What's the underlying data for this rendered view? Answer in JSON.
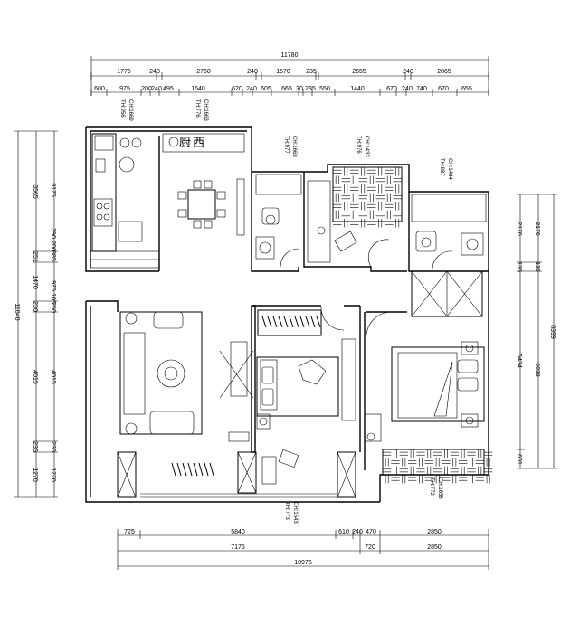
{
  "dimensions": {
    "top_total": "11780",
    "top_row1": [
      "1775",
      "240",
      "2760",
      "240",
      "1570",
      "235",
      "2655",
      "240",
      "2065"
    ],
    "top_row2": [
      "600",
      "975",
      "200",
      "240",
      "495",
      "1640",
      "620",
      "240",
      "605",
      "665",
      "30",
      "235",
      "550",
      "1440",
      "670",
      "240",
      "740",
      "670",
      "655"
    ],
    "bottom_row1": [
      "725",
      "5840",
      "610",
      "240",
      "470",
      "2850"
    ],
    "bottom_row2": [
      "7175",
      "720",
      "2850"
    ],
    "bottom_total": "10975",
    "left_total": "11040",
    "left_outer": [
      "3565",
      "251",
      "1470",
      "230",
      "4015",
      "235",
      "1270"
    ],
    "left_inner": [
      "3175",
      "390",
      "200",
      "385",
      "975",
      "105",
      "250",
      "4015",
      "235",
      "1270"
    ],
    "right_total": "8399",
    "right_outer": [
      "2176",
      "135",
      "5434",
      "601"
    ],
    "right_inner": [
      "2176",
      "135",
      "6038"
    ]
  },
  "room_labels": {
    "kitchen": "厨",
    "dining": "西"
  },
  "heights": [
    {
      "ch": "CH:1669",
      "th": "TH:956"
    },
    {
      "ch": "CH:1663",
      "th": "TH:776"
    },
    {
      "ch": "CH:1668",
      "th": "TH:977"
    },
    {
      "ch": "CH:1433",
      "th": "TH:976"
    },
    {
      "ch": "CH:1484",
      "th": "TH:987"
    },
    {
      "ch": "CH:1643",
      "th": "TH:773"
    },
    {
      "ch": "CH:1658",
      "th": "TH:772"
    }
  ]
}
